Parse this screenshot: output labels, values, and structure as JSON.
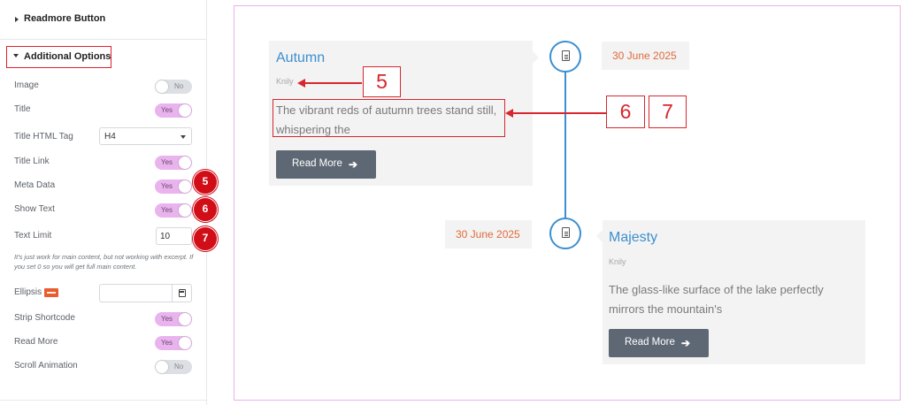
{
  "panel": {
    "sections": {
      "readmore_button": "Readmore Button",
      "additional_options": "Additional Options"
    },
    "fields": {
      "image": {
        "label": "Image",
        "value": "No",
        "on": false
      },
      "title": {
        "label": "Title",
        "value": "Yes",
        "on": true
      },
      "title_html_tag": {
        "label": "Title HTML Tag",
        "value": "H4"
      },
      "title_link": {
        "label": "Title Link",
        "value": "Yes",
        "on": true
      },
      "meta_data": {
        "label": "Meta Data",
        "value": "Yes",
        "on": true
      },
      "show_text": {
        "label": "Show Text",
        "value": "Yes",
        "on": true
      },
      "text_limit": {
        "label": "Text Limit",
        "value": "10"
      },
      "text_limit_help": "It's just work for main content, but not working with excerpt. If you set 0 so you will get full main content.",
      "ellipsis": {
        "label": "Ellipsis",
        "value": ""
      },
      "strip_shortcode": {
        "label": "Strip Shortcode",
        "value": "Yes",
        "on": true
      },
      "read_more": {
        "label": "Read More",
        "value": "Yes",
        "on": true
      },
      "scroll_animation": {
        "label": "Scroll Animation",
        "value": "No",
        "on": false
      }
    },
    "badges": [
      "5",
      "6",
      "7"
    ]
  },
  "preview": {
    "items": [
      {
        "title": "Autumn",
        "meta": "Knily",
        "text": "The vibrant reds of autumn trees stand still, whispering the",
        "button": "Read More",
        "date": "30 June 2025"
      },
      {
        "title": "Majesty",
        "meta": "Knily",
        "text": "The glass-like surface of the lake perfectly mirrors the mountain's",
        "button": "Read More",
        "date": "30 June 2025"
      }
    ],
    "annotations": [
      "5",
      "6",
      "7"
    ],
    "arrow_glyph": "➔"
  },
  "colors": {
    "accent": "#3d8fcf",
    "date": "#e06a3b",
    "toggle_on": "#e9b4ee",
    "annotation": "#d7262e",
    "button": "#5e6874"
  }
}
